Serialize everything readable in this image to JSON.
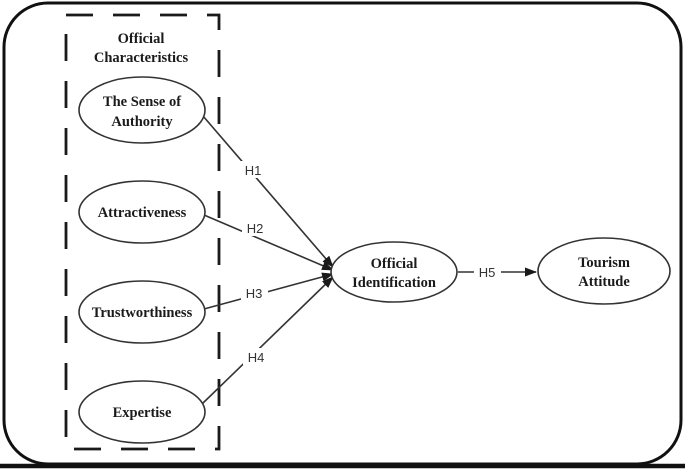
{
  "figure": {
    "colors": {
      "background": "#ffffff",
      "stroke": "#333333",
      "text": "#1a1a1a"
    },
    "group_box": {
      "title_lines": [
        "Official",
        "Characteristics"
      ]
    },
    "nodes": [
      {
        "id": "the-sense-of-authority",
        "lines": [
          "The Sense of",
          "Authority"
        ]
      },
      {
        "id": "attractiveness",
        "lines": [
          "Attractiveness"
        ]
      },
      {
        "id": "trustworthiness",
        "lines": [
          "Trustworthiness"
        ]
      },
      {
        "id": "expertise",
        "lines": [
          "Expertise"
        ]
      },
      {
        "id": "official-identification",
        "lines": [
          "Official",
          "Identification"
        ]
      },
      {
        "id": "tourism-attitude",
        "lines": [
          "Tourism",
          "Attitude"
        ]
      }
    ],
    "edges": [
      {
        "label": "H1",
        "from": "The Sense of Authority",
        "to": "Official Identification"
      },
      {
        "label": "H2",
        "from": "Attractiveness",
        "to": "Official Identification"
      },
      {
        "label": "H3",
        "from": "Trustworthiness",
        "to": "Official Identification"
      },
      {
        "label": "H4",
        "from": "Expertise",
        "to": "Official Identification"
      },
      {
        "label": "H5",
        "from": "Official Identification",
        "to": "Tourism Attitude"
      }
    ]
  }
}
